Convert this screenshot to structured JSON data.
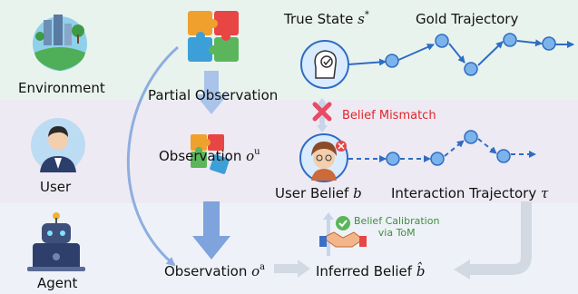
{
  "rows": {
    "environment": "Environment",
    "user": "User",
    "agent": "Agent"
  },
  "nodes": {
    "partial_observation": "Partial Observation",
    "observation_user_prefix": "Observation ",
    "observation_user_symbol": "o",
    "observation_user_superscript": "u",
    "observation_agent_prefix": "Observation ",
    "observation_agent_symbol": "o",
    "observation_agent_superscript": "a",
    "true_state_prefix": "True State ",
    "true_state_symbol": "s",
    "true_state_superscript": "*",
    "gold_trajectory": "Gold Trajectory",
    "user_belief_prefix": "User Belief ",
    "user_belief_symbol": "b",
    "interaction_trajectory_prefix": "Interaction Trajectory ",
    "interaction_trajectory_symbol": "τ",
    "inferred_belief_prefix": "Inferred Belief ",
    "inferred_belief_symbol": "b̂"
  },
  "annotations": {
    "belief_mismatch": "Belief Mismatch",
    "belief_calibration_line1": "Belief Calibration",
    "belief_calibration_line2": "via ToM"
  },
  "colors": {
    "environment_band": "#e9f3ee",
    "user_band": "#eeeaf3",
    "agent_band": "#eef2f8",
    "trajectory_blue": "#2f6cc4",
    "mismatch_red": "#e0262b",
    "calibration_green": "#3e8e3a",
    "arrow_light_blue": "#9db9e3"
  }
}
